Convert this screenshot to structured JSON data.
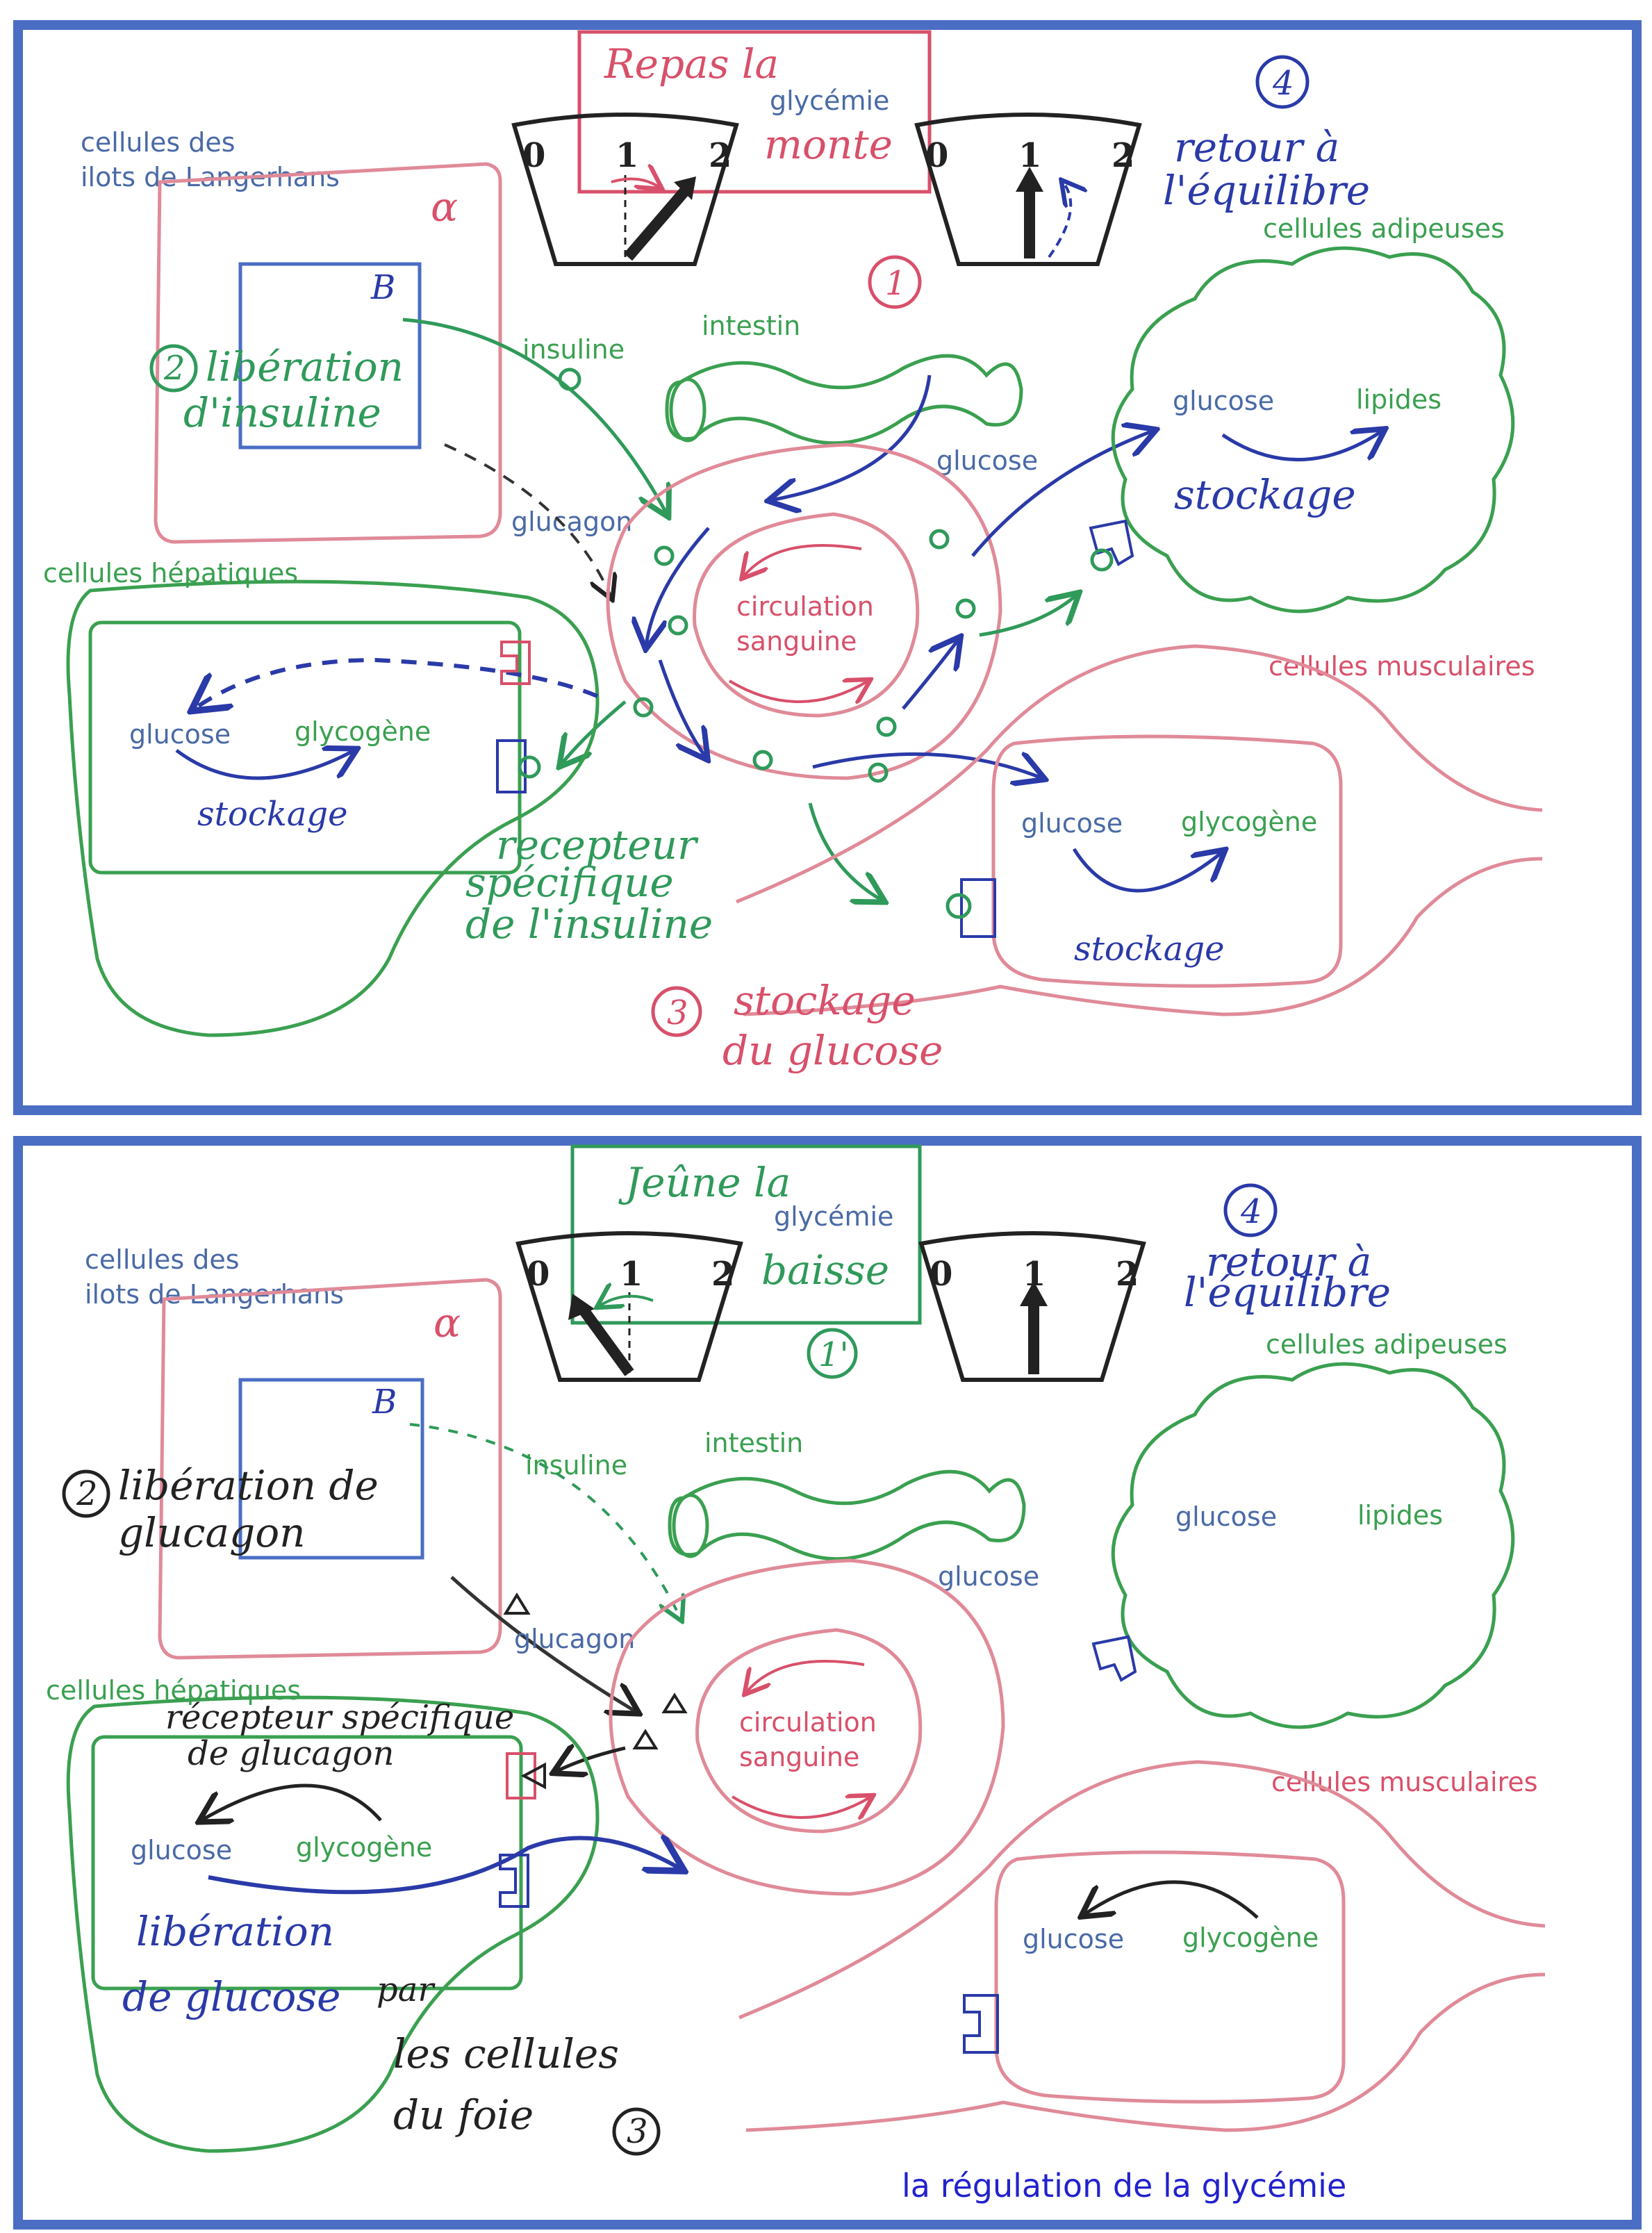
{
  "colors": {
    "frame": "#4a6ec4",
    "blue": "#2a3aa8",
    "blue_text": "#4a6aa6",
    "green": "#2f9a5a",
    "green_text": "#3aa050",
    "red": "#d8506a",
    "pink_line": "#e08a98",
    "black": "#222222"
  },
  "top": {
    "title_line1": "Repas la",
    "title_line2": "monte",
    "title_small": "glycémie",
    "step1": "1",
    "step4": "4",
    "retour_line1": "retour à",
    "retour_line2": "l'équilibre",
    "langerhans_line1": "cellules des",
    "langerhans_line2": "ilots de Langerhans",
    "alpha": "α",
    "beta": "B",
    "step2": "2",
    "liberation_line1": "libération",
    "liberation_line2": "d'insuline",
    "insuline": "insuline",
    "glucagon": "glucagon",
    "intestin": "intestin",
    "glucose_blood": "glucose",
    "circulation_line1": "circulation",
    "circulation_line2": "sanguine",
    "adipeuses": "cellules adipeuses",
    "adip_glucose": "glucose",
    "adip_lipides": "lipides",
    "adip_stockage": "stockage",
    "hepatiques": "cellules hépatiques",
    "hep_glucose": "glucose",
    "hep_glycogene": "glycogène",
    "hep_stockage": "stockage",
    "musculaires": "cellules musculaires",
    "mus_glucose": "glucose",
    "mus_glycogene": "glycogène",
    "mus_stockage": "stockage",
    "recepteur_line1": "recepteur",
    "recepteur_line2": "spécifique",
    "recepteur_line3": "de l'insuline",
    "step3": "3",
    "stockage_glucose_line1": "stockage",
    "stockage_glucose_line2": "du glucose",
    "gauge_1": "1",
    "gauge_2": "2",
    "gauge_0": "0"
  },
  "bottom": {
    "title_line1": "Jeûne la",
    "title_line2": "baisse",
    "title_small": "glycémie",
    "step1": "1'",
    "step4": "4",
    "retour_line1": "retour à",
    "retour_line2": "l'équilibre",
    "langerhans_line1": "cellules des",
    "langerhans_line2": "ilots de Langerhans",
    "alpha": "α",
    "beta": "B",
    "step2": "2",
    "liberation_line1": "libération de",
    "liberation_line2": "glucagon",
    "insuline": "insuline",
    "glucagon": "glucagon",
    "intestin": "intestin",
    "glucose_blood": "glucose",
    "circulation_line1": "circulation",
    "circulation_line2": "sanguine",
    "adipeuses": "cellules adipeuses",
    "adip_glucose": "glucose",
    "adip_lipides": "lipides",
    "hepatiques": "cellules hépatiques",
    "hep_glucose": "glucose",
    "hep_glycogene": "glycogène",
    "recepteur_line1": "récepteur spécifique",
    "recepteur_line2": "de glucagon",
    "liberation_glucose_line1": "libération",
    "liberation_glucose_line2": "de glucose",
    "par": "par",
    "par_line2": "les cellules",
    "par_line3": "du foie",
    "step3": "3",
    "musculaires": "cellules musculaires",
    "mus_glucose": "glucose",
    "mus_glycogene": "glycogène",
    "gauge_1": "1",
    "gauge_2": "2",
    "gauge_0": "0"
  },
  "caption": "la régulation de la glycémie"
}
